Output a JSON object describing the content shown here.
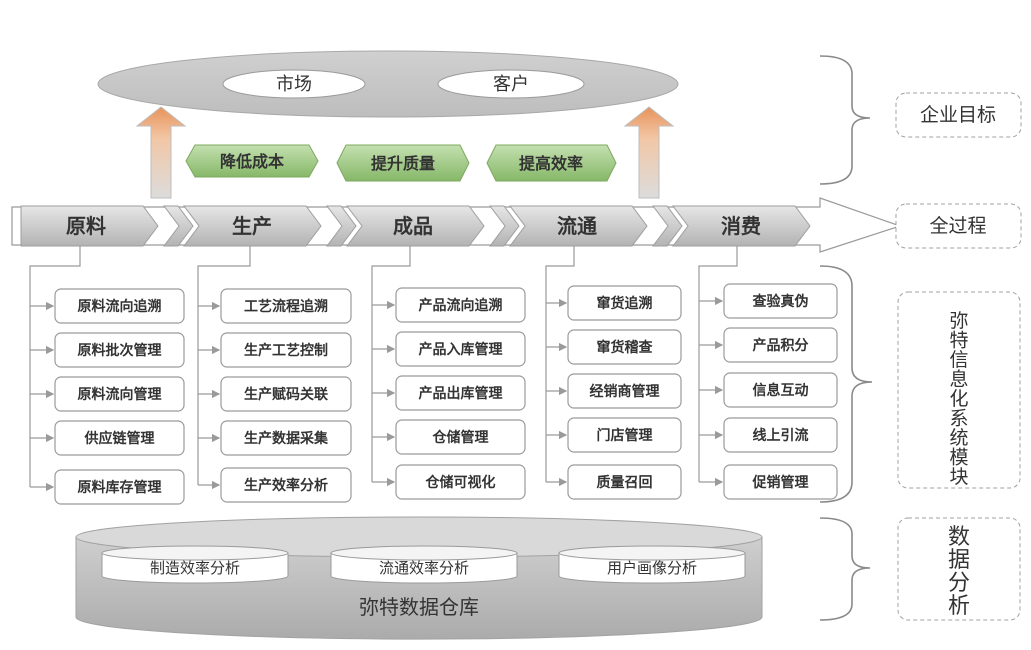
{
  "goal": {
    "items": [
      "市场",
      "客户"
    ],
    "label": "企业目标"
  },
  "benefits": [
    "降低成本",
    "提升质量",
    "提高效率"
  ],
  "process": {
    "stages": [
      "原料",
      "生产",
      "成品",
      "流通",
      "消费"
    ],
    "label": "全过程"
  },
  "modules": {
    "label": "弥特信息化系统模块",
    "columns": [
      [
        "原料流向追溯",
        "原料批次管理",
        "原料流向管理",
        "供应链管理",
        "原料库存管理"
      ],
      [
        "工艺流程追溯",
        "生产工艺控制",
        "生产赋码关联",
        "生产数据采集",
        "生产效率分析"
      ],
      [
        "产品流向追溯",
        "产品入库管理",
        "产品出库管理",
        "仓储管理",
        "仓储可视化"
      ],
      [
        "窜货追溯",
        "窜货稽查",
        "经销商管理",
        "门店管理",
        "质量召回"
      ],
      [
        "查验真伪",
        "产品积分",
        "信息互动",
        "线上引流",
        "促销管理"
      ]
    ]
  },
  "warehouse": {
    "title": "弥特数据仓库",
    "items": [
      "制造效率分析",
      "流通效率分析",
      "用户画像分析"
    ],
    "label": "数据分析"
  },
  "colors": {
    "ellipse_fill": "#c8c8c8",
    "benefit_fill": "#8fbf72",
    "arrow_top": "#e8935a",
    "stroke": "#9a9a9a"
  }
}
